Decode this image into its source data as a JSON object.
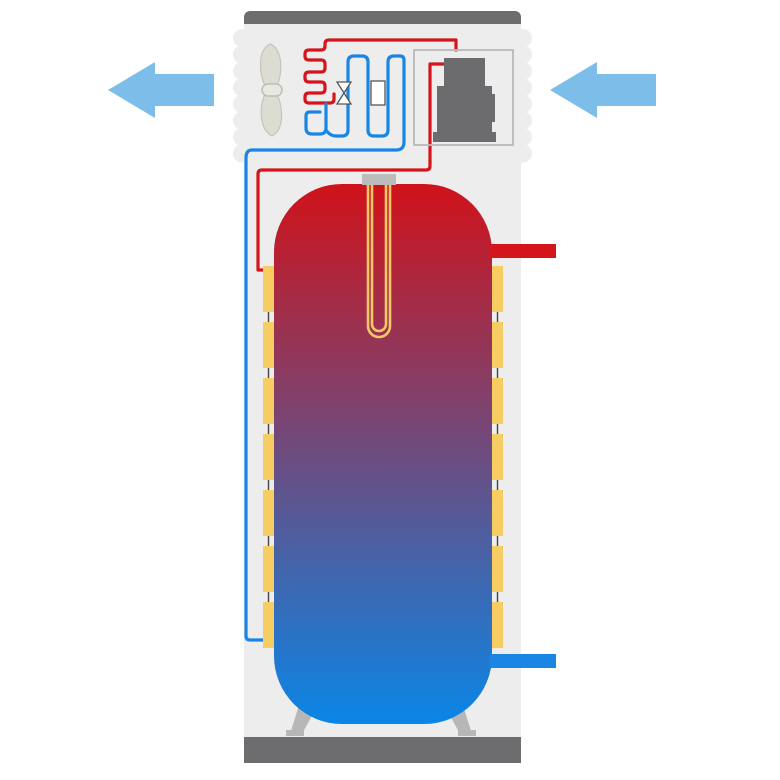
{
  "diagram": {
    "subject": "heat-pump-water-heater",
    "colors": {
      "background": "#ffffff",
      "cabinet": "#ededed",
      "cabinet_cap": "#6d6d6f",
      "hot_line": "#d4151c",
      "cold_line": "#1a86e3",
      "tank_top": "#d0121a",
      "tank_bottom": "#0a86e6",
      "insulation": "#f5cd63",
      "coil": "#f2c767",
      "airflow_arrow": "#7cbee9",
      "compressor": "#6c6c6e",
      "fan_blade": "#dcdcd2"
    },
    "components": {
      "air_intake_arrow": "arrow-left",
      "air_exhaust_arrow": "arrow-left",
      "fan": "fan-icon",
      "condenser": "coil-icon",
      "expansion_valve": "valve-icon",
      "filter_dryer": "filter-icon",
      "evaporator": "coil-icon",
      "compressor": "compressor-icon",
      "heating_element": "heating-element-icon",
      "hot_water_outlet": "pipe-outlet",
      "cold_water_inlet": "pipe-inlet"
    },
    "insulation_segments": 7
  }
}
